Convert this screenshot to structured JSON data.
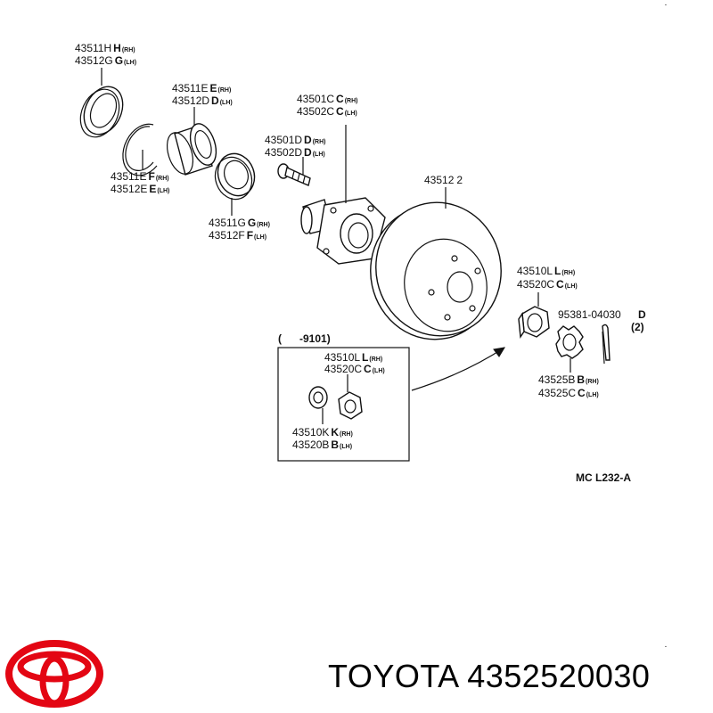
{
  "labels": {
    "seal_outer_rh": "43511H",
    "seal_outer_rh_suffix": "H",
    "seal_outer_lh": "43512G",
    "seal_outer_lh_suffix": "G",
    "snap_ring_rh": "43511E",
    "snap_ring_rh_suffix": "F",
    "snap_ring_lh": "43512E",
    "snap_ring_lh_suffix": "E",
    "bearing_outer_rh": "43511E",
    "bearing_outer_rh_suffix": "E",
    "bearing_outer_lh": "43512D",
    "bearing_outer_lh_suffix": "D",
    "bearing_inner_rh": "43511G",
    "bearing_inner_rh_suffix": "G",
    "bearing_inner_lh": "43512F",
    "bearing_inner_lh_suffix": "F",
    "hub_rh": "43501C",
    "hub_rh_suffix": "C",
    "hub_lh": "43502C",
    "hub_lh_suffix": "C",
    "bolt_rh": "43501D",
    "bolt_rh_suffix": "D",
    "bolt_lh": "43502D",
    "bolt_lh_suffix": "D",
    "disc": "43512",
    "disc_suffix": "2",
    "nut_rh": "43510L",
    "nut_rh_suffix": "L",
    "nut_lh": "43520C",
    "nut_lh_suffix": "C",
    "cotter_pin": "95381-04030",
    "cotter_qty_code": "D",
    "cotter_qty": "(2)",
    "lock_cap_rh": "43525B",
    "lock_cap_rh_suffix": "B",
    "lock_cap_lh": "43525C",
    "lock_cap_lh_suffix": "C",
    "inset_range": "(      -9101)",
    "inset_nut_rh": "43510L",
    "inset_nut_rh_suffix": "L",
    "inset_nut_lh": "43520C",
    "inset_nut_lh_suffix": "C",
    "inset_washer_rh": "43510K",
    "inset_washer_rh_suffix": "K",
    "inset_washer_lh": "43520B",
    "inset_washer_lh_suffix": "B",
    "rh": "(RH)",
    "lh": "(LH)",
    "ref_code": "MC L232-A"
  },
  "footer": {
    "brand": "TOYOTA",
    "part_number": "4352520030",
    "text": "TOYOTA 4352520030"
  },
  "colors": {
    "logo_red": "#e30613",
    "line": "#111111",
    "background": "#ffffff"
  }
}
